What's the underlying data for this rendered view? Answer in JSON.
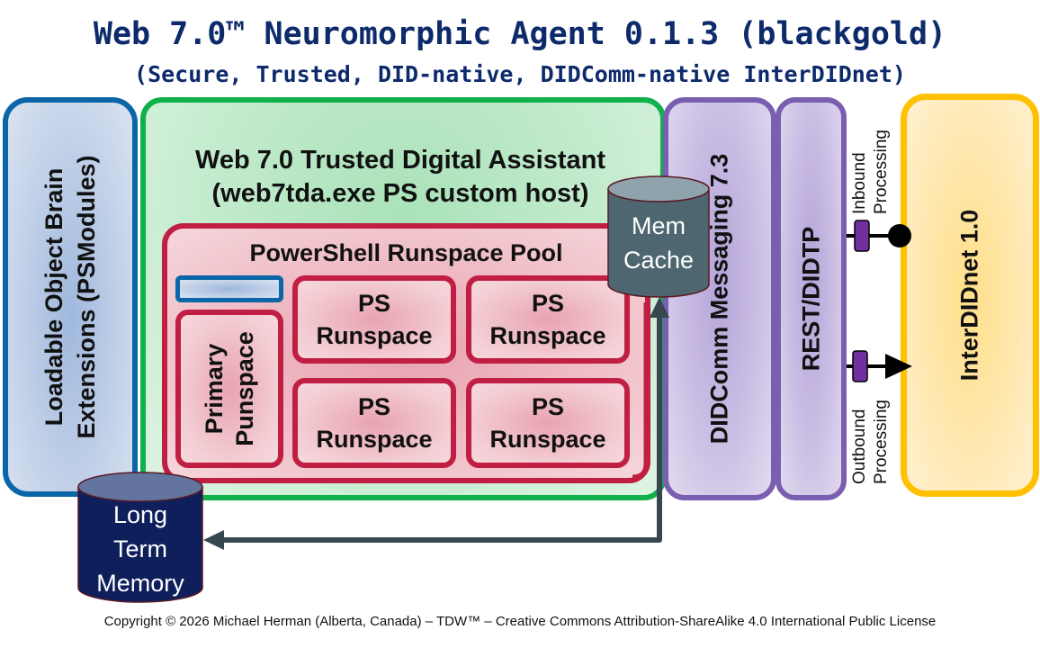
{
  "header": {
    "title": "Web 7.0™ Neuromorphic Agent 0.1.3 (blackgold)",
    "subtitle": "(Secure, Trusted, DID-native, DIDComm-native InterDIDnet)"
  },
  "brain_extensions": {
    "line1": "Loadable Object Brain",
    "line2": "Extensions (PSModules)",
    "border_color": "#0b66a8"
  },
  "tda": {
    "line1": "Web 7.0 Trusted Digital Assistant",
    "line2": "(web7tda.exe PS custom host)",
    "border_color": "#10b04a"
  },
  "runspace_pool": {
    "title": "PowerShell Runspace Pool",
    "border_color": "#c01e43",
    "primary": {
      "line1": "Primary",
      "line2": "Punspace"
    },
    "runspaces": [
      {
        "line1": "PS",
        "line2": "Runspace"
      },
      {
        "line1": "PS",
        "line2": "Runspace"
      },
      {
        "line1": "PS",
        "line2": "Runspace"
      },
      {
        "line1": "PS",
        "line2": "Runspace"
      }
    ]
  },
  "mem_cache": {
    "line1": "Mem",
    "line2": "Cache"
  },
  "long_term_memory": {
    "line1": "Long",
    "line2": "Term",
    "line3": "Memory"
  },
  "didcomm": {
    "label": "DIDComm Messaging 7.3",
    "border_color": "#7a5fb1"
  },
  "rest": {
    "label": "REST/DIDTP"
  },
  "interdidnet": {
    "label": "InterDIDnet 1.0",
    "border_color": "#ffc000"
  },
  "inbound": {
    "line1": "Inbound",
    "line2": "Processing"
  },
  "outbound": {
    "line1": "Outbound",
    "line2": "Processing"
  },
  "footer": "Copyright © 2026 Michael Herman (Alberta, Canada) – TDW™ – Creative Commons Attribution-ShareAlike 4.0 International Public License"
}
